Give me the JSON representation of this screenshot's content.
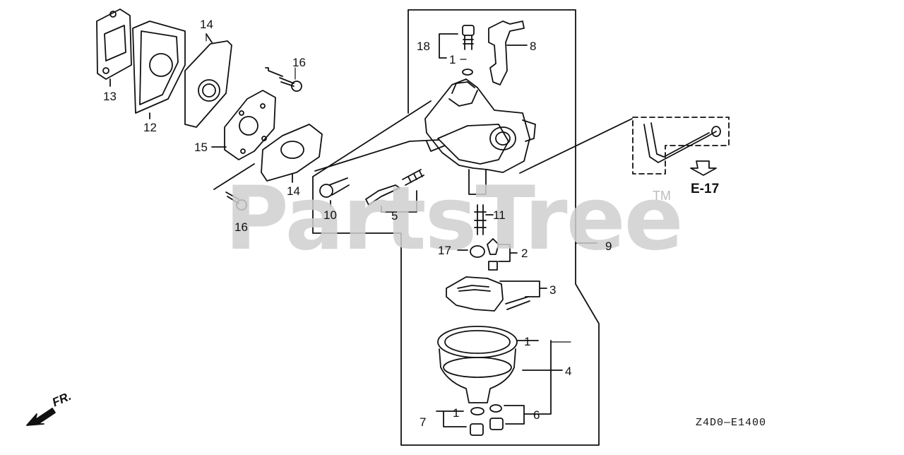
{
  "watermark": {
    "brand": "PartsTree",
    "trademark": "TM"
  },
  "diagram_code": "Z4D0—E1400",
  "reference": "E-17",
  "front_marker": "FR.",
  "callouts": {
    "c13": "13",
    "c12": "12",
    "c14a": "14",
    "c14b": "14",
    "c15": "15",
    "c16a": "16",
    "c16b": "16",
    "c10": "10",
    "c5": "5",
    "c18": "18",
    "c1a": "1",
    "c8": "8",
    "c11": "11",
    "c17": "17",
    "c2": "2",
    "c9": "9",
    "c3": "3",
    "c1b": "1",
    "c4": "4",
    "c1c": "1",
    "c6": "6",
    "c7": "7"
  }
}
